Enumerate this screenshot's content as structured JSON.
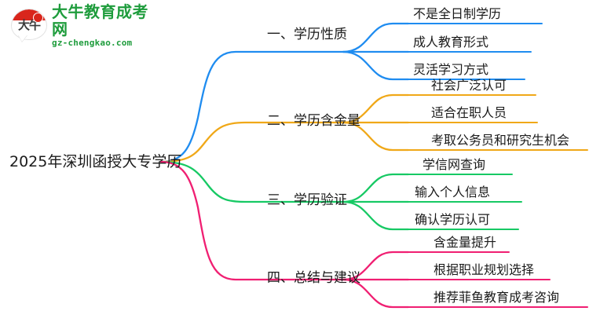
{
  "logo": {
    "mark_text": "大牛",
    "title": "大牛教育成考网",
    "domain": "gz-chengkao.com",
    "brand_green": "#1e9c3c",
    "brand_red": "#d9261c"
  },
  "mindmap": {
    "root": "2025年深圳函授大专学历",
    "branches": [
      {
        "label": "一、学历性质",
        "color": "#1f8cf0",
        "children": [
          "不是全日制学历",
          "成人教育形式",
          "灵活学习方式"
        ]
      },
      {
        "label": "二、学历含金量",
        "color": "#f0a818",
        "children": [
          "社会广泛认可",
          "适合在职人员",
          "考取公务员和研究生机会"
        ]
      },
      {
        "label": "三、学历验证",
        "color": "#17c964",
        "children": [
          "学信网查询",
          "输入个人信息",
          "确认学历认可"
        ]
      },
      {
        "label": "四、总结与建议",
        "color": "#f01f72",
        "children": [
          "含金量提升",
          "根据职业规划选择",
          "推荐菲鱼教育成考咨询"
        ]
      }
    ]
  }
}
